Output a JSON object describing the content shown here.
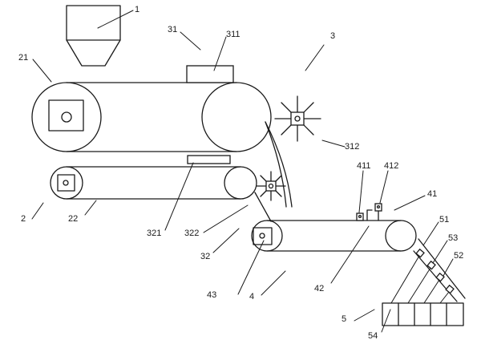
{
  "labels": {
    "n1": "1",
    "n2": "2",
    "n21": "21",
    "n22": "22",
    "n3": "3",
    "n31": "31",
    "n311": "311",
    "n312": "312",
    "n32": "32",
    "n321": "321",
    "n322": "322",
    "n4": "4",
    "n41": "41",
    "n411": "411",
    "n412": "412",
    "n42": "42",
    "n43": "43",
    "n5": "5",
    "n51": "51",
    "n52": "52",
    "n53": "53",
    "n54": "54"
  }
}
